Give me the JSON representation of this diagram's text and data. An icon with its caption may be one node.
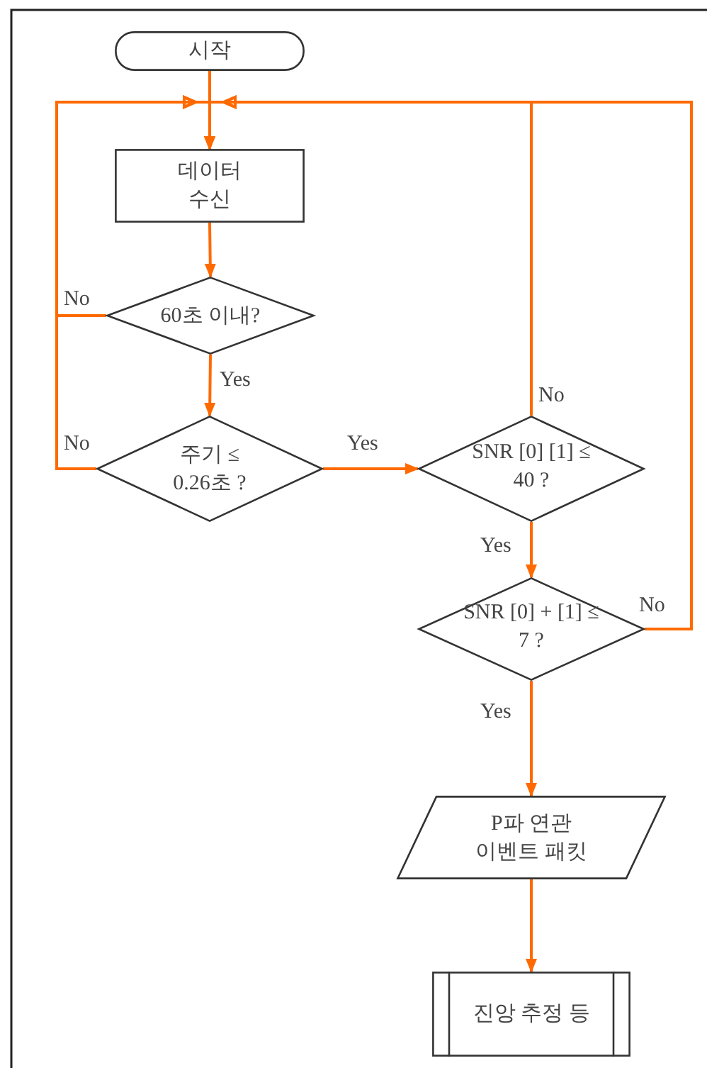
{
  "diagram": {
    "nodes": [
      {
        "text": [
          "시작"
        ]
      },
      {
        "text": [
          "데이터 수신"
        ]
      },
      {
        "text": [
          "60초 이내?"
        ]
      },
      {
        "text": [
          "주기 ≤ 0.26초 ?"
        ]
      },
      {
        "text": [
          "SNR [0] [1] ≤ 40 ?"
        ]
      },
      {
        "text": [
          "SNR [0] + [1] ≤ 7 ?"
        ]
      },
      {
        "text": [
          "P파 연관 이벤트 패킷"
        ]
      },
      {
        "text": [
          "진앙 추정 등"
        ]
      }
    ],
    "edges": [
      {
        "from": 0,
        "to": 1,
        "arrow": "to"
      },
      {
        "from": 1,
        "to": 2,
        "arrow": "to"
      },
      {
        "from": 2,
        "to": 3,
        "arrow": "to",
        "label": "Yes"
      },
      {
        "from": 3,
        "to": 4,
        "arrow": "to",
        "label": "Yes"
      },
      {
        "from": 4,
        "to": 5,
        "arrow": "to",
        "label": "Yes"
      },
      {
        "from": 5,
        "to": 6,
        "arrow": "to",
        "label": "Yes"
      },
      {
        "from": 6,
        "to": 7,
        "arrow": "to"
      },
      {
        "from": 2,
        "to": 1,
        "arrow": "to",
        "label": "No"
      },
      {
        "from": 3,
        "to": 1,
        "arrow": "to",
        "label": "No"
      },
      {
        "from": 4,
        "to": 1,
        "arrow": "to",
        "label": "No"
      },
      {
        "from": 5,
        "to": 1,
        "arrow": "to",
        "label": "No"
      }
    ]
  }
}
